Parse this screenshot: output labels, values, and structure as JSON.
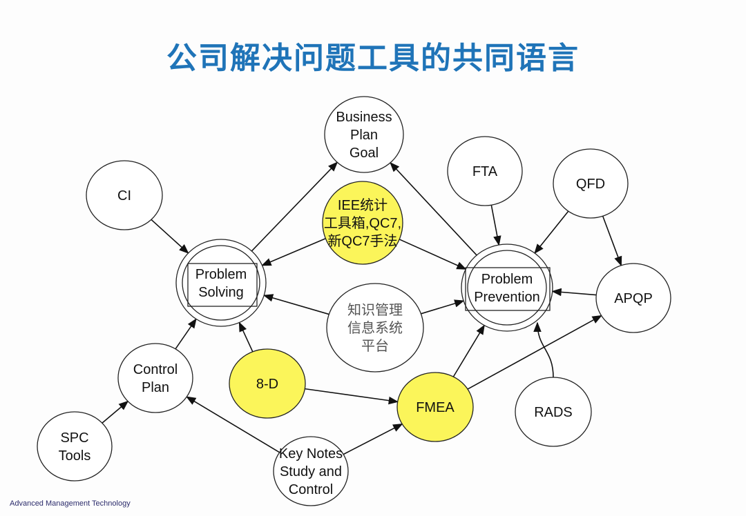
{
  "title": "公司解决问题工具的共同语言",
  "footer": "Advanced Management Technology",
  "colors": {
    "title": "#1f74b8",
    "highlight": "#fbf55a",
    "line": "#111111"
  },
  "nodes": [
    {
      "id": "business-plan-goal",
      "lines": [
        "Business",
        "Plan",
        "Goal"
      ],
      "highlight": false
    },
    {
      "id": "ci",
      "lines": [
        "CI"
      ],
      "highlight": false
    },
    {
      "id": "fta",
      "lines": [
        "FTA"
      ],
      "highlight": false
    },
    {
      "id": "qfd",
      "lines": [
        "QFD"
      ],
      "highlight": false
    },
    {
      "id": "iee",
      "lines": [
        "IEE统计",
        "工具箱,QC7,",
        "新QC7手法"
      ],
      "highlight": true
    },
    {
      "id": "problem-solving",
      "lines": [
        "Problem",
        "Solving"
      ],
      "highlight": false,
      "double": true
    },
    {
      "id": "problem-prevention",
      "lines": [
        "Problem",
        "Prevention"
      ],
      "highlight": false,
      "double": true
    },
    {
      "id": "apqp",
      "lines": [
        "APQP"
      ],
      "highlight": false
    },
    {
      "id": "km-platform",
      "lines": [
        "知识管理",
        "信息系统",
        "平台"
      ],
      "highlight": false
    },
    {
      "id": "control-plan",
      "lines": [
        "Control",
        "Plan"
      ],
      "highlight": false
    },
    {
      "id": "8d",
      "lines": [
        "8-D"
      ],
      "highlight": true
    },
    {
      "id": "fmea",
      "lines": [
        "FMEA"
      ],
      "highlight": true
    },
    {
      "id": "rads",
      "lines": [
        "RADS"
      ],
      "highlight": false
    },
    {
      "id": "spc-tools",
      "lines": [
        "SPC",
        "Tools"
      ],
      "highlight": false
    },
    {
      "id": "key-notes",
      "lines": [
        "Key Notes",
        "Study and",
        "Control"
      ],
      "highlight": false
    }
  ],
  "edges": [
    {
      "from": "ci",
      "to": "problem-solving"
    },
    {
      "from": "problem-solving",
      "to": "business-plan-goal"
    },
    {
      "from": "iee",
      "to": "problem-solving"
    },
    {
      "from": "iee",
      "to": "problem-prevention"
    },
    {
      "from": "problem-prevention",
      "to": "business-plan-goal"
    },
    {
      "from": "fta",
      "to": "problem-prevention"
    },
    {
      "from": "qfd",
      "to": "problem-prevention"
    },
    {
      "from": "qfd",
      "to": "apqp"
    },
    {
      "from": "apqp",
      "to": "problem-prevention"
    },
    {
      "from": "km-platform",
      "to": "problem-solving"
    },
    {
      "from": "km-platform",
      "to": "problem-prevention"
    },
    {
      "from": "control-plan",
      "to": "problem-solving"
    },
    {
      "from": "8d",
      "to": "problem-solving"
    },
    {
      "from": "8d",
      "to": "fmea"
    },
    {
      "from": "fmea",
      "to": "problem-prevention"
    },
    {
      "from": "fmea",
      "to": "apqp"
    },
    {
      "from": "rads",
      "to": "problem-prevention"
    },
    {
      "from": "spc-tools",
      "to": "control-plan"
    },
    {
      "from": "key-notes",
      "to": "control-plan"
    },
    {
      "from": "key-notes",
      "to": "fmea"
    }
  ]
}
